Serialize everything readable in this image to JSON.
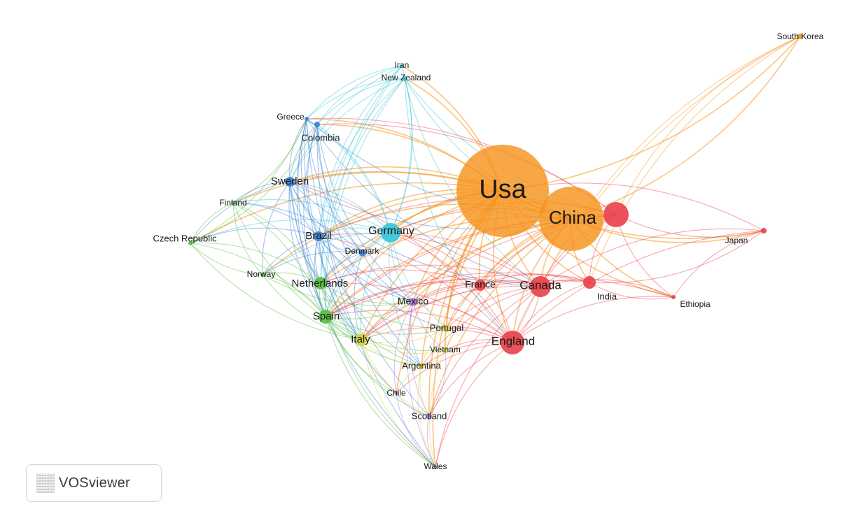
{
  "app": {
    "brand_name": "VOSviewer"
  },
  "colors": {
    "red": "#e8404a",
    "orange": "#f7941d",
    "yellow": "#d7d23a",
    "green": "#57bf3b",
    "blue": "#3a80d2",
    "cyan": "#35c4d8",
    "purple": "#b07ad8",
    "olive": "#a9b84a"
  },
  "nodes": [
    {
      "id": "usa",
      "label": "Usa",
      "cluster": "orange",
      "weight": 100
    },
    {
      "id": "china",
      "label": "China",
      "cluster": "orange",
      "weight": 62
    },
    {
      "id": "south_korea",
      "label": "South Korea",
      "cluster": "orange",
      "weight": 3
    },
    {
      "id": "england",
      "label": "England",
      "cluster": "red",
      "weight": 20
    },
    {
      "id": "canada",
      "label": "Canada",
      "cluster": "red",
      "weight": 18
    },
    {
      "id": "france",
      "label": "France",
      "cluster": "red",
      "weight": 8
    },
    {
      "id": "india",
      "label": "India",
      "cluster": "red",
      "weight": 9
    },
    {
      "id": "japan",
      "label": "Japan",
      "cluster": "red",
      "weight": 3
    },
    {
      "id": "ethiopia",
      "label": "Ethiopia",
      "cluster": "red",
      "weight": 2
    },
    {
      "id": "red_hub",
      "label": "",
      "cluster": "red",
      "weight": 22
    },
    {
      "id": "germany",
      "label": "Germany",
      "cluster": "cyan",
      "weight": 14
    },
    {
      "id": "new_zealand",
      "label": "New Zealand",
      "cluster": "cyan",
      "weight": 2
    },
    {
      "id": "iran",
      "label": "Iran",
      "cluster": "cyan",
      "weight": 1
    },
    {
      "id": "sweden",
      "label": "Sweden",
      "cluster": "blue",
      "weight": 6
    },
    {
      "id": "brazil",
      "label": "Brazil",
      "cluster": "blue",
      "weight": 7
    },
    {
      "id": "greece",
      "label": "Greece",
      "cluster": "blue",
      "weight": 2
    },
    {
      "id": "colombia",
      "label": "Colombia",
      "cluster": "blue",
      "weight": 3
    },
    {
      "id": "denmark",
      "label": "Denmark",
      "cluster": "blue",
      "weight": 4
    },
    {
      "id": "netherlands",
      "label": "Netherlands",
      "cluster": "green",
      "weight": 8
    },
    {
      "id": "spain",
      "label": "Spain",
      "cluster": "green",
      "weight": 10
    },
    {
      "id": "finland",
      "label": "Finland",
      "cluster": "green",
      "weight": 2
    },
    {
      "id": "czech_republic",
      "label": "Czech Republic",
      "cluster": "green",
      "weight": 2
    },
    {
      "id": "norway",
      "label": "Norway",
      "cluster": "green",
      "weight": 2
    },
    {
      "id": "italy",
      "label": "Italy",
      "cluster": "yellow",
      "weight": 9
    },
    {
      "id": "portugal",
      "label": "Portugal",
      "cluster": "yellow",
      "weight": 4
    },
    {
      "id": "vietnam",
      "label": "Vietnam",
      "cluster": "yellow",
      "weight": 2
    },
    {
      "id": "argentina",
      "label": "Argentina",
      "cluster": "yellow",
      "weight": 3
    },
    {
      "id": "mexico",
      "label": "Mexico",
      "cluster": "purple",
      "weight": 5
    },
    {
      "id": "chile",
      "label": "Chile",
      "cluster": "purple",
      "weight": 2
    },
    {
      "id": "scotland",
      "label": "Scotland",
      "cluster": "purple",
      "weight": 3
    },
    {
      "id": "wales",
      "label": "Wales",
      "cluster": "purple",
      "weight": 2
    }
  ],
  "links": [
    [
      "usa",
      "china"
    ],
    [
      "usa",
      "england"
    ],
    [
      "usa",
      "canada"
    ],
    [
      "usa",
      "germany"
    ],
    [
      "usa",
      "france"
    ],
    [
      "usa",
      "india"
    ],
    [
      "usa",
      "south_korea"
    ],
    [
      "usa",
      "japan"
    ],
    [
      "usa",
      "sweden"
    ],
    [
      "usa",
      "brazil"
    ],
    [
      "usa",
      "netherlands"
    ],
    [
      "usa",
      "spain"
    ],
    [
      "usa",
      "italy"
    ],
    [
      "usa",
      "mexico"
    ],
    [
      "usa",
      "portugal"
    ],
    [
      "usa",
      "argentina"
    ],
    [
      "usa",
      "scotland"
    ],
    [
      "usa",
      "denmark"
    ],
    [
      "usa",
      "new_zealand"
    ],
    [
      "usa",
      "greece"
    ],
    [
      "usa",
      "colombia"
    ],
    [
      "usa",
      "ethiopia"
    ],
    [
      "usa",
      "czech_republic"
    ],
    [
      "usa",
      "finland"
    ],
    [
      "usa",
      "norway"
    ],
    [
      "usa",
      "iran"
    ],
    [
      "usa",
      "vietnam"
    ],
    [
      "usa",
      "chile"
    ],
    [
      "usa",
      "wales"
    ],
    [
      "usa",
      "red_hub"
    ],
    [
      "china",
      "south_korea"
    ],
    [
      "china",
      "england"
    ],
    [
      "china",
      "canada"
    ],
    [
      "china",
      "india"
    ],
    [
      "china",
      "japan"
    ],
    [
      "china",
      "germany"
    ],
    [
      "china",
      "france"
    ],
    [
      "china",
      "red_hub"
    ],
    [
      "china",
      "italy"
    ],
    [
      "china",
      "spain"
    ],
    [
      "china",
      "ethiopia"
    ],
    [
      "china",
      "netherlands"
    ],
    [
      "china",
      "mexico"
    ],
    [
      "china",
      "brazil"
    ],
    [
      "china",
      "portugal"
    ],
    [
      "china",
      "vietnam"
    ],
    [
      "china",
      "sweden"
    ],
    [
      "china",
      "scotland"
    ],
    [
      "south_korea",
      "england"
    ],
    [
      "south_korea",
      "canada"
    ],
    [
      "south_korea",
      "red_hub"
    ],
    [
      "south_korea",
      "india"
    ],
    [
      "red_hub",
      "japan"
    ],
    [
      "red_hub",
      "india"
    ],
    [
      "red_hub",
      "canada"
    ],
    [
      "red_hub",
      "england"
    ],
    [
      "red_hub",
      "ethiopia"
    ],
    [
      "red_hub",
      "france"
    ],
    [
      "red_hub",
      "germany"
    ],
    [
      "red_hub",
      "spain"
    ],
    [
      "red_hub",
      "italy"
    ],
    [
      "red_hub",
      "greece"
    ],
    [
      "red_hub",
      "colombia"
    ],
    [
      "red_hub",
      "brazil"
    ],
    [
      "india",
      "japan"
    ],
    [
      "india",
      "ethiopia"
    ],
    [
      "india",
      "england"
    ],
    [
      "india",
      "canada"
    ],
    [
      "india",
      "france"
    ],
    [
      "india",
      "italy"
    ],
    [
      "india",
      "spain"
    ],
    [
      "japan",
      "england"
    ],
    [
      "japan",
      "ethiopia"
    ],
    [
      "japan",
      "canada"
    ],
    [
      "japan",
      "usa"
    ],
    [
      "ethiopia",
      "england"
    ],
    [
      "ethiopia",
      "canada"
    ],
    [
      "ethiopia",
      "spain"
    ],
    [
      "england",
      "canada"
    ],
    [
      "england",
      "france"
    ],
    [
      "england",
      "germany"
    ],
    [
      "england",
      "spain"
    ],
    [
      "england",
      "italy"
    ],
    [
      "england",
      "netherlands"
    ],
    [
      "england",
      "portugal"
    ],
    [
      "england",
      "mexico"
    ],
    [
      "england",
      "argentina"
    ],
    [
      "england",
      "scotland"
    ],
    [
      "england",
      "wales"
    ],
    [
      "england",
      "vietnam"
    ],
    [
      "england",
      "sweden"
    ],
    [
      "england",
      "brazil"
    ],
    [
      "england",
      "chile"
    ],
    [
      "canada",
      "france"
    ],
    [
      "canada",
      "germany"
    ],
    [
      "canada",
      "spain"
    ],
    [
      "canada",
      "italy"
    ],
    [
      "canada",
      "mexico"
    ],
    [
      "canada",
      "netherlands"
    ],
    [
      "canada",
      "brazil"
    ],
    [
      "canada",
      "portugal"
    ],
    [
      "canada",
      "scotland"
    ],
    [
      "canada",
      "wales"
    ],
    [
      "canada",
      "argentina"
    ],
    [
      "france",
      "germany"
    ],
    [
      "france",
      "spain"
    ],
    [
      "france",
      "italy"
    ],
    [
      "france",
      "netherlands"
    ],
    [
      "france",
      "mexico"
    ],
    [
      "france",
      "portugal"
    ],
    [
      "germany",
      "sweden"
    ],
    [
      "germany",
      "brazil"
    ],
    [
      "germany",
      "netherlands"
    ],
    [
      "germany",
      "spain"
    ],
    [
      "germany",
      "italy"
    ],
    [
      "germany",
      "denmark"
    ],
    [
      "germany",
      "new_zealand"
    ],
    [
      "germany",
      "iran"
    ],
    [
      "germany",
      "greece"
    ],
    [
      "germany",
      "colombia"
    ],
    [
      "germany",
      "mexico"
    ],
    [
      "germany",
      "finland"
    ],
    [
      "germany",
      "czech_republic"
    ],
    [
      "germany",
      "norway"
    ],
    [
      "germany",
      "portugal"
    ],
    [
      "germany",
      "argentina"
    ],
    [
      "new_zealand",
      "sweden"
    ],
    [
      "new_zealand",
      "greece"
    ],
    [
      "new_zealand",
      "colombia"
    ],
    [
      "new_zealand",
      "brazil"
    ],
    [
      "new_zealand",
      "netherlands"
    ],
    [
      "new_zealand",
      "spain"
    ],
    [
      "new_zealand",
      "england"
    ],
    [
      "new_zealand",
      "canada"
    ],
    [
      "new_zealand",
      "red_hub"
    ],
    [
      "new_zealand",
      "china"
    ],
    [
      "iran",
      "sweden"
    ],
    [
      "iran",
      "greece"
    ],
    [
      "iran",
      "colombia"
    ],
    [
      "iran",
      "brazil"
    ],
    [
      "iran",
      "spain"
    ],
    [
      "iran",
      "netherlands"
    ],
    [
      "greece",
      "sweden"
    ],
    [
      "greece",
      "colombia"
    ],
    [
      "greece",
      "brazil"
    ],
    [
      "greece",
      "spain"
    ],
    [
      "greece",
      "netherlands"
    ],
    [
      "greece",
      "italy"
    ],
    [
      "greece",
      "china"
    ],
    [
      "greece",
      "canada"
    ],
    [
      "greece",
      "denmark"
    ],
    [
      "colombia",
      "sweden"
    ],
    [
      "colombia",
      "brazil"
    ],
    [
      "colombia",
      "mexico"
    ],
    [
      "colombia",
      "spain"
    ],
    [
      "colombia",
      "argentina"
    ],
    [
      "colombia",
      "denmark"
    ],
    [
      "sweden",
      "brazil"
    ],
    [
      "sweden",
      "netherlands"
    ],
    [
      "sweden",
      "spain"
    ],
    [
      "sweden",
      "finland"
    ],
    [
      "sweden",
      "norway"
    ],
    [
      "sweden",
      "denmark"
    ],
    [
      "sweden",
      "czech_republic"
    ],
    [
      "sweden",
      "italy"
    ],
    [
      "sweden",
      "mexico"
    ],
    [
      "sweden",
      "china"
    ],
    [
      "sweden",
      "canada"
    ],
    [
      "brazil",
      "netherlands"
    ],
    [
      "brazil",
      "spain"
    ],
    [
      "brazil",
      "italy"
    ],
    [
      "brazil",
      "portugal"
    ],
    [
      "brazil",
      "mexico"
    ],
    [
      "brazil",
      "argentina"
    ],
    [
      "brazil",
      "denmark"
    ],
    [
      "brazil",
      "finland"
    ],
    [
      "brazil",
      "czech_republic"
    ],
    [
      "brazil",
      "norway"
    ],
    [
      "brazil",
      "chile"
    ],
    [
      "denmark",
      "netherlands"
    ],
    [
      "denmark",
      "spain"
    ],
    [
      "denmark",
      "finland"
    ],
    [
      "denmark",
      "norway"
    ],
    [
      "denmark",
      "italy"
    ],
    [
      "denmark",
      "mexico"
    ],
    [
      "netherlands",
      "spain"
    ],
    [
      "netherlands",
      "italy"
    ],
    [
      "netherlands",
      "finland"
    ],
    [
      "netherlands",
      "czech_republic"
    ],
    [
      "netherlands",
      "norway"
    ],
    [
      "netherlands",
      "mexico"
    ],
    [
      "netherlands",
      "portugal"
    ],
    [
      "netherlands",
      "argentina"
    ],
    [
      "spain",
      "italy"
    ],
    [
      "spain",
      "portugal"
    ],
    [
      "spain",
      "mexico"
    ],
    [
      "spain",
      "argentina"
    ],
    [
      "spain",
      "chile"
    ],
    [
      "spain",
      "czech_republic"
    ],
    [
      "spain",
      "finland"
    ],
    [
      "spain",
      "norway"
    ],
    [
      "spain",
      "scotland"
    ],
    [
      "spain",
      "vietnam"
    ],
    [
      "finland",
      "czech_republic"
    ],
    [
      "finland",
      "norway"
    ],
    [
      "finland",
      "italy"
    ],
    [
      "finland",
      "greece"
    ],
    [
      "czech_republic",
      "norway"
    ],
    [
      "czech_republic",
      "italy"
    ],
    [
      "czech_republic",
      "greece"
    ],
    [
      "czech_republic",
      "colombia"
    ],
    [
      "norway",
      "italy"
    ],
    [
      "norway",
      "mexico"
    ],
    [
      "italy",
      "portugal"
    ],
    [
      "italy",
      "mexico"
    ],
    [
      "italy",
      "argentina"
    ],
    [
      "italy",
      "vietnam"
    ],
    [
      "italy",
      "chile"
    ],
    [
      "italy",
      "scotland"
    ],
    [
      "italy",
      "wales"
    ],
    [
      "portugal",
      "mexico"
    ],
    [
      "portugal",
      "argentina"
    ],
    [
      "portugal",
      "vietnam"
    ],
    [
      "mexico",
      "argentina"
    ],
    [
      "mexico",
      "chile"
    ],
    [
      "mexico",
      "scotland"
    ],
    [
      "mexico",
      "vietnam"
    ],
    [
      "mexico",
      "wales"
    ],
    [
      "argentina",
      "chile"
    ],
    [
      "argentina",
      "scotland"
    ],
    [
      "argentina",
      "vietnam"
    ],
    [
      "argentina",
      "wales"
    ],
    [
      "chile",
      "scotland"
    ],
    [
      "chile",
      "wales"
    ],
    [
      "scotland",
      "wales"
    ],
    [
      "scotland",
      "vietnam"
    ],
    [
      "vietnam",
      "wales"
    ],
    [
      "colombia",
      "wales"
    ],
    [
      "sweden",
      "wales"
    ],
    [
      "netherlands",
      "wales"
    ],
    [
      "spain",
      "wales"
    ],
    [
      "greece",
      "scotland"
    ]
  ]
}
